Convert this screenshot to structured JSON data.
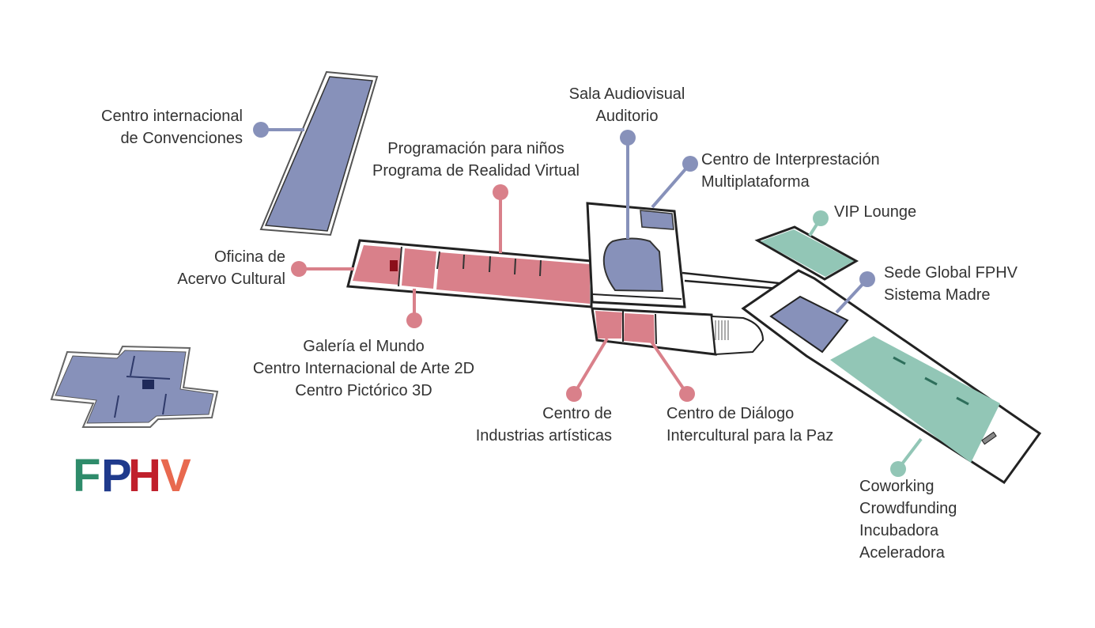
{
  "colors": {
    "blue": "#8791ba",
    "pink": "#d9808a",
    "green": "#92c6b6",
    "wall": "#222222",
    "text": "#333333"
  },
  "logo": {
    "text": "FPHV",
    "letters": [
      {
        "char": "F",
        "color": "#2e8b6a"
      },
      {
        "char": "P",
        "color": "#1f3a8c"
      },
      {
        "char": "H",
        "color": "#c0202c"
      },
      {
        "char": "V",
        "color": "#e8694f"
      }
    ]
  },
  "labels": [
    {
      "id": "convenciones",
      "zone": "blue",
      "lines": [
        "Centro internacional",
        "de Convenciones"
      ]
    },
    {
      "id": "ninos",
      "zone": "pink",
      "lines": [
        "Programación para niños",
        "Programa de Realidad Virtual"
      ]
    },
    {
      "id": "audiovisual",
      "zone": "blue",
      "lines": [
        "Sala Audiovisual",
        "Auditorio"
      ]
    },
    {
      "id": "interpretacion",
      "zone": "blue",
      "lines": [
        "Centro de Interprestación",
        "Multiplataforma"
      ]
    },
    {
      "id": "vip",
      "zone": "green",
      "lines": [
        "VIP Lounge"
      ]
    },
    {
      "id": "acervo",
      "zone": "pink",
      "lines": [
        "Oficina de",
        "Acervo Cultural"
      ]
    },
    {
      "id": "sede",
      "zone": "blue",
      "lines": [
        "Sede Global FPHV",
        "Sistema Madre"
      ]
    },
    {
      "id": "galeria",
      "zone": "pink",
      "lines": [
        "Galería el Mundo",
        "Centro Internacional de Arte 2D",
        "Centro Pictórico 3D"
      ]
    },
    {
      "id": "industrias",
      "zone": "pink",
      "lines": [
        "Centro de",
        "Industrias artísticas"
      ]
    },
    {
      "id": "dialogo",
      "zone": "pink",
      "lines": [
        "Centro de Diálogo",
        "Intercultural para la Paz"
      ]
    },
    {
      "id": "coworking",
      "zone": "green",
      "lines": [
        "Coworking",
        "Crowdfunding",
        "Incubadora",
        "Aceleradora"
      ]
    }
  ]
}
